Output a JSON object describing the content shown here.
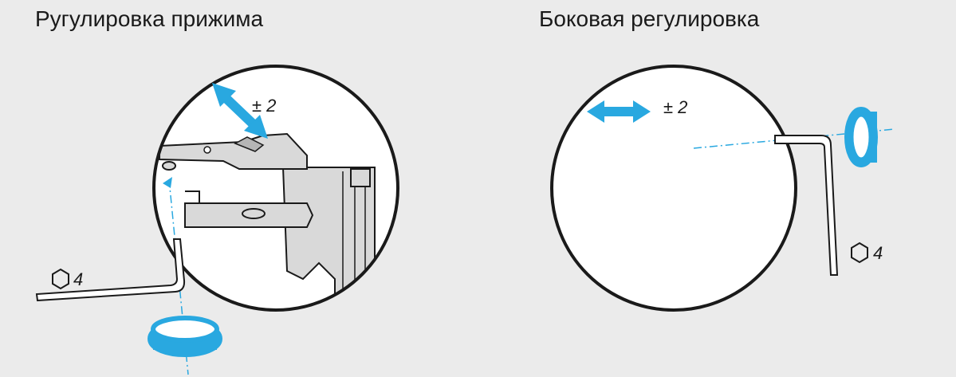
{
  "panels": {
    "left": {
      "title": "Ругулировка прижима",
      "range_label": "± 2",
      "key_size": "4"
    },
    "right": {
      "title": "Боковая регулировка",
      "range_label": "± 2",
      "key_size": "4"
    }
  },
  "colors": {
    "background": "#ebebeb",
    "accent": "#29a8e0",
    "line": "#1a1a1a",
    "part_fill": "#d9d9d9"
  },
  "icons": {
    "hex_key": "hexagon-icon",
    "rotation": "rotation-arrow-icon",
    "direction": "double-arrow-icon"
  }
}
